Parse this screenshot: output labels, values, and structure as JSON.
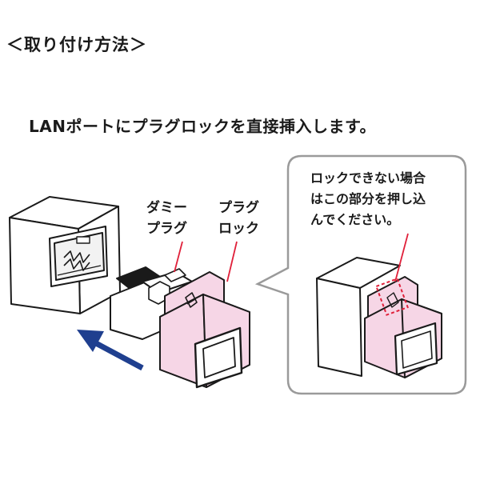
{
  "heading": "＜取り付け方法＞",
  "instruction": "LANポートにプラグロックを直接挿入します。",
  "labels": {
    "dummy_plug": [
      "ダミー",
      "プラグ"
    ],
    "plug_lock": [
      "プラグ",
      "ロック"
    ]
  },
  "callout": {
    "lines": [
      "ロックできない場合",
      "はこの部分を押し込",
      "んでください。"
    ]
  },
  "colors": {
    "pink": "#f6d6e6",
    "arrow": "#1f3f8f",
    "red": "#e0203a",
    "outline": "#1a1a1a",
    "callout_border": "#9a9a9a"
  }
}
